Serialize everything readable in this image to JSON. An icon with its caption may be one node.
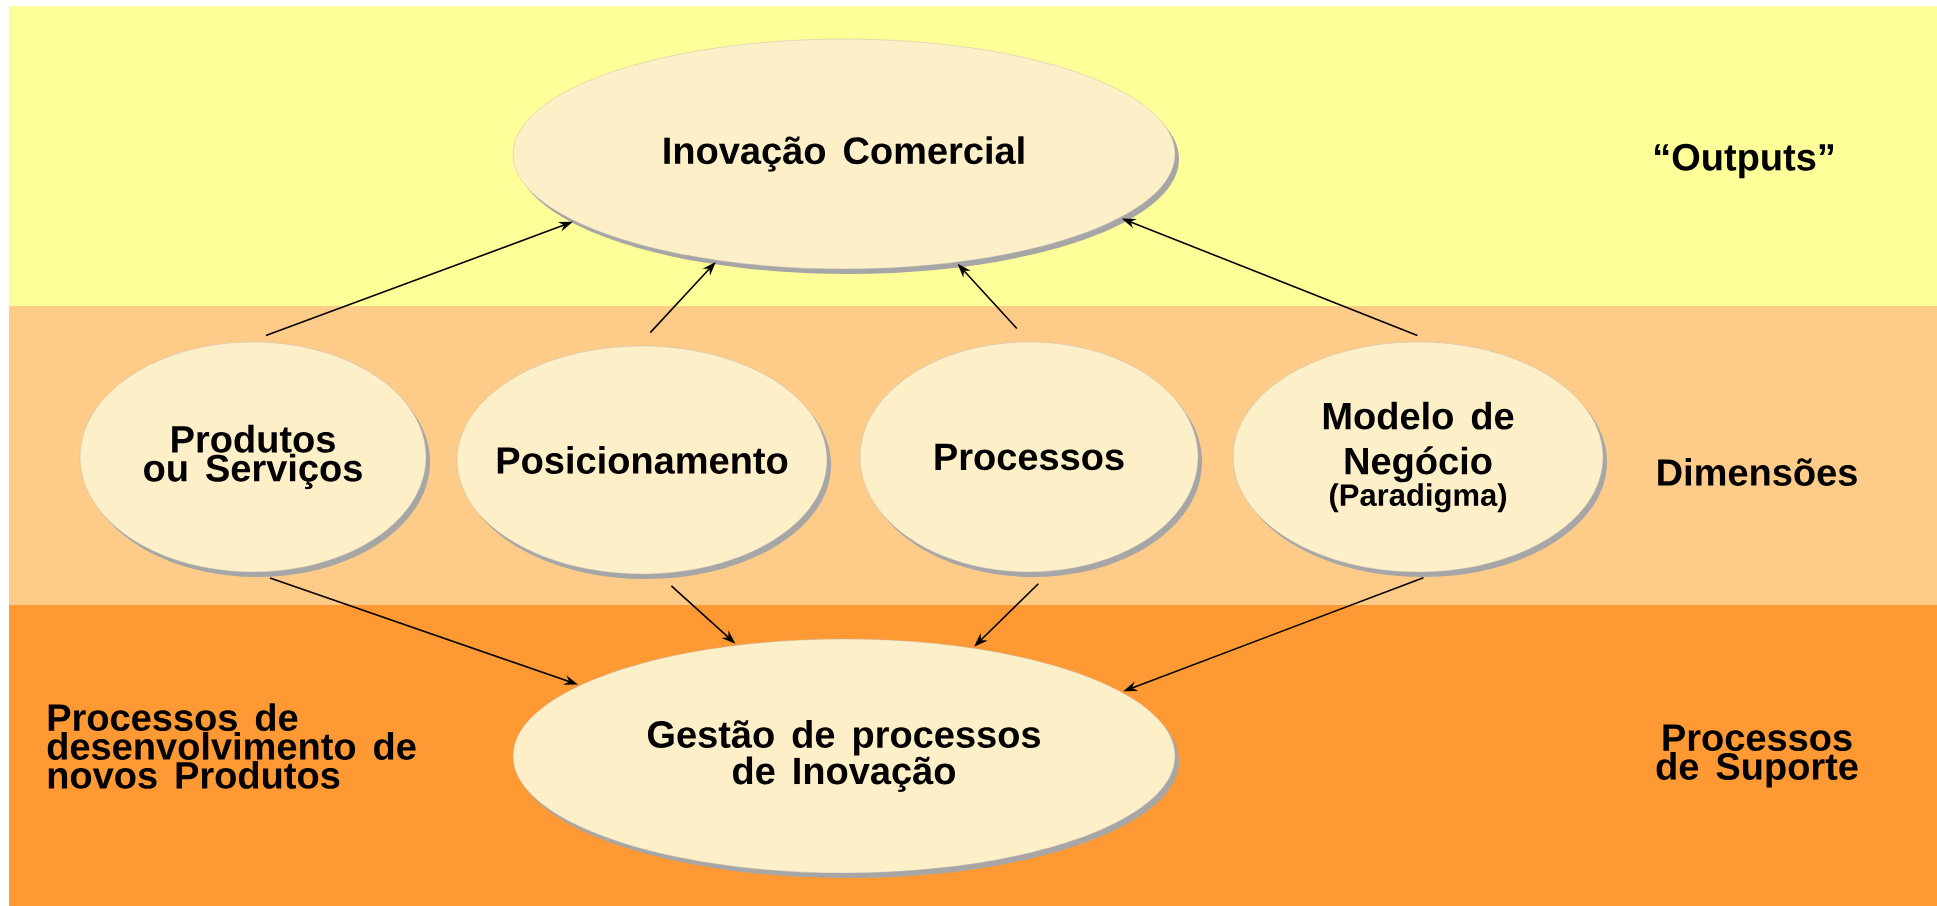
{
  "diagram": {
    "nodes": [
      {
        "text": [
          "Inovação Comercial"
        ]
      },
      {
        "text": [
          "Produtos ou Serviços"
        ]
      },
      {
        "text": [
          "Posicionamento"
        ]
      },
      {
        "text": [
          "Processos"
        ]
      },
      {
        "text": [
          "Modelo de Negócio",
          "(Paradigma)"
        ]
      },
      {
        "text": [
          "Gestão de processos de Inovação"
        ]
      }
    ],
    "edges": [
      {
        "from": 1,
        "to": 0,
        "arrow": "to"
      },
      {
        "from": 2,
        "to": 0,
        "arrow": "to"
      },
      {
        "from": 3,
        "to": 0,
        "arrow": "to"
      },
      {
        "from": 4,
        "to": 0,
        "arrow": "to"
      },
      {
        "from": 1,
        "to": 5,
        "arrow": "to"
      },
      {
        "from": 2,
        "to": 5,
        "arrow": "to"
      },
      {
        "from": 3,
        "to": 5,
        "arrow": "to"
      },
      {
        "from": 4,
        "to": 5,
        "arrow": "to"
      }
    ],
    "labels": [
      "“Outputs”",
      "Dimensões",
      "Processos de desenvolvimento de novos Produtos",
      "Processos de Suporte"
    ]
  }
}
